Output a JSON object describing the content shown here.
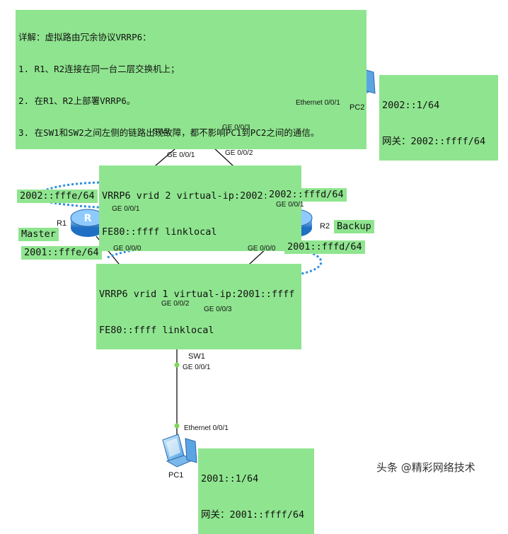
{
  "description": {
    "title": "详解：虚拟路由冗余协议VRRP6：",
    "lines": [
      "1. R1、R2连接在同一台二层交换机上；",
      "2. 在R1、R2上部署VRRP6。",
      "3. 在SW1和SW2之间左侧的链路出现故障，都不影响PC1到PC2之间的通信。"
    ]
  },
  "devices": {
    "pc2": "PC2",
    "sw2": "SW2",
    "r1": "R1",
    "r2": "R2",
    "sw1": "SW1",
    "pc1": "PC1"
  },
  "roles": {
    "r1": "Master",
    "r2": "Backup"
  },
  "ports": {
    "pc2_eth": "Ethernet 0/0/1",
    "sw2_g3": "GE 0/0/3",
    "sw2_g1": "GE 0/0/1",
    "sw2_g2": "GE 0/0/2",
    "r1_g1": "GE 0/0/1",
    "r1_g0": "GE 0/0/0",
    "r2_g1": "GE 0/0/1",
    "r2_g0": "GE 0/0/0",
    "sw1_g2": "GE 0/0/2",
    "sw1_g3": "GE 0/0/3",
    "sw1_g1": "GE 0/0/1",
    "pc1_eth": "Ethernet 0/0/1"
  },
  "addresses": {
    "pc2_ip": "2002::1/64",
    "pc2_gw": "网关：2002::ffff/64",
    "r1_up": "2002::fffe/64",
    "r2_up": "2002::fffd/64",
    "r1_down": "2001::fffe/64",
    "r2_down": "2001::fffd/64",
    "pc1_ip": "2001::1/64",
    "pc1_gw": "网关：2001::ffff/64"
  },
  "vrrp": {
    "vrid2_line1": "VRRP6 vrid 2 virtual-ip:2002:ffff",
    "vrid2_line2": "FE80::ffff linklocal",
    "vrid1_line1": "VRRP6 vrid 1 virtual-ip:2001::ffff",
    "vrid1_line2": "FE80::ffff linklocal"
  },
  "watermark": "头条 @精彩网络技术",
  "colors": {
    "note_bg": "#8fe58f",
    "link_dot": "#7ed957",
    "vrrp_dotted": "#2f8fdf",
    "device_blue": "#3a8fd6",
    "line": "#111111"
  }
}
